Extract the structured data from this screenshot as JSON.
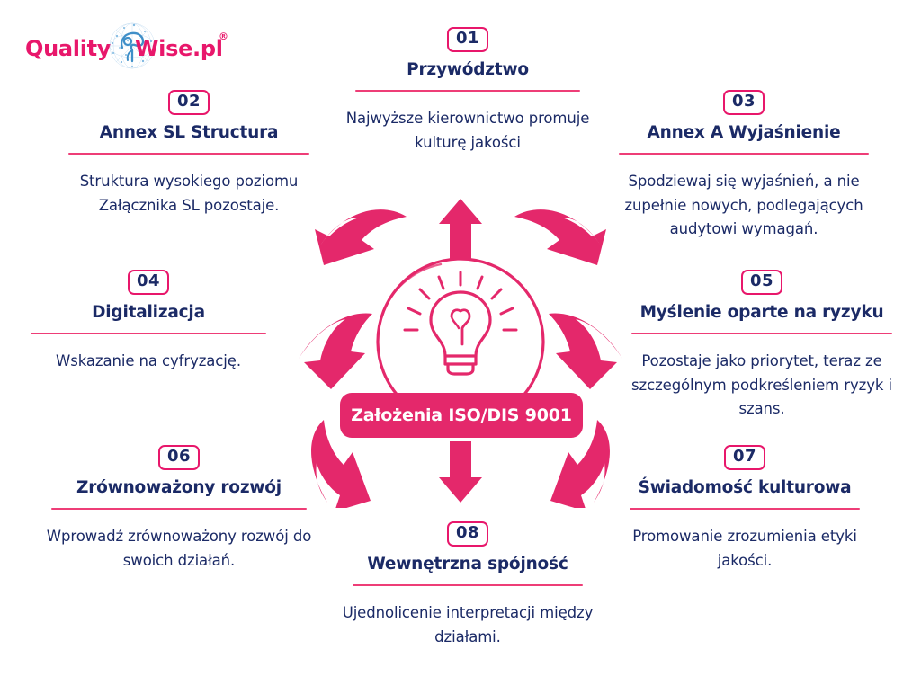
{
  "brand": {
    "name_left": "Quality",
    "name_right": "Wise.pl",
    "registered_mark": "®",
    "icon": "brain-network-logo",
    "color": "#E8176B"
  },
  "theme": {
    "pink": "#E4286B",
    "pink_line": "#EE3D77",
    "navy": "#1B2A66",
    "background": "#FFFFFF"
  },
  "center": {
    "badge_label": "Założenia ISO/DIS 9001",
    "icon": "lightbulb-icon",
    "arrow_count": 8
  },
  "items": [
    {
      "number": "01",
      "title": "Przywództwo",
      "body": "Najwyższe kierownictwo promuje kulturę jakości"
    },
    {
      "number": "02",
      "title": "Annex SL Structura",
      "body": "Struktura wysokiego poziomu Załącznika SL pozostaje."
    },
    {
      "number": "03",
      "title": "Annex A Wyjaśnienie",
      "body": "Spodziewaj się wyjaśnień, a nie zupełnie nowych, podlegających audytowi wymagań."
    },
    {
      "number": "04",
      "title": "Digitalizacja",
      "body": "Wskazanie na cyfryzację."
    },
    {
      "number": "05",
      "title": "Myślenie oparte na ryzyku",
      "body": "Pozostaje jako priorytet, teraz ze szczególnym podkreśleniem ryzyk i szans."
    },
    {
      "number": "06",
      "title": "Zrównoważony rozwój",
      "body": "Wprowadź zrównoważony rozwój do swoich działań."
    },
    {
      "number": "07",
      "title": "Świadomość kulturowa",
      "body": "Promowanie zrozumienia etyki jakości."
    },
    {
      "number": "08",
      "title": "Wewnętrzna spójność",
      "body": "Ujednolicenie interpretacji między działami."
    }
  ]
}
